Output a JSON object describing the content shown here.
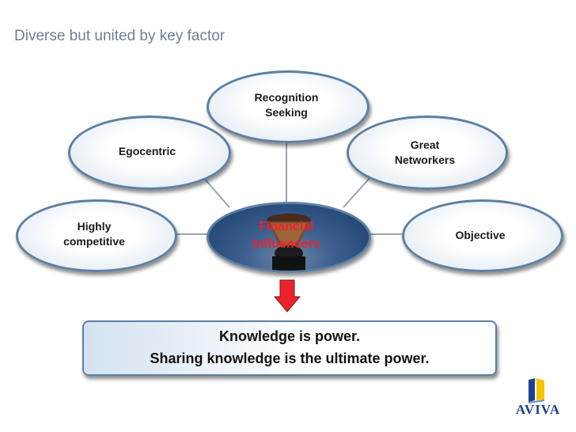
{
  "slide": {
    "title": "Diverse but united by key factor"
  },
  "center": {
    "label": "Financial\nInfluencers"
  },
  "nodes": {
    "recognition": "Recognition\nSeeking",
    "egocentric": "Egocentric",
    "networkers": "Great\nNetworkers",
    "competitive": "Highly\ncompetitive",
    "objective": "Objective"
  },
  "banner": {
    "line1": "Knowledge is power.",
    "line2": "Sharing knowledge is the ultimate power."
  },
  "logo": {
    "text": "AVIVA"
  },
  "colors": {
    "border": "#5e7fa3",
    "center_text": "#e8232a",
    "arrow": "#e8232a",
    "logo": "#1f3f8f"
  }
}
